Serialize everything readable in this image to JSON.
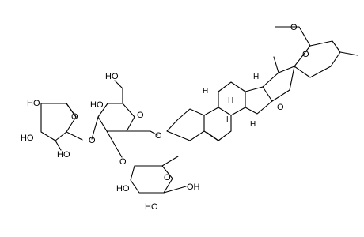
{
  "atoms": {
    "hydroxyl": "OH",
    "hydroxyl_left": "HO",
    "oxygen": "O",
    "hydrogen": "H",
    "methoxy_oxygen": "O"
  }
}
